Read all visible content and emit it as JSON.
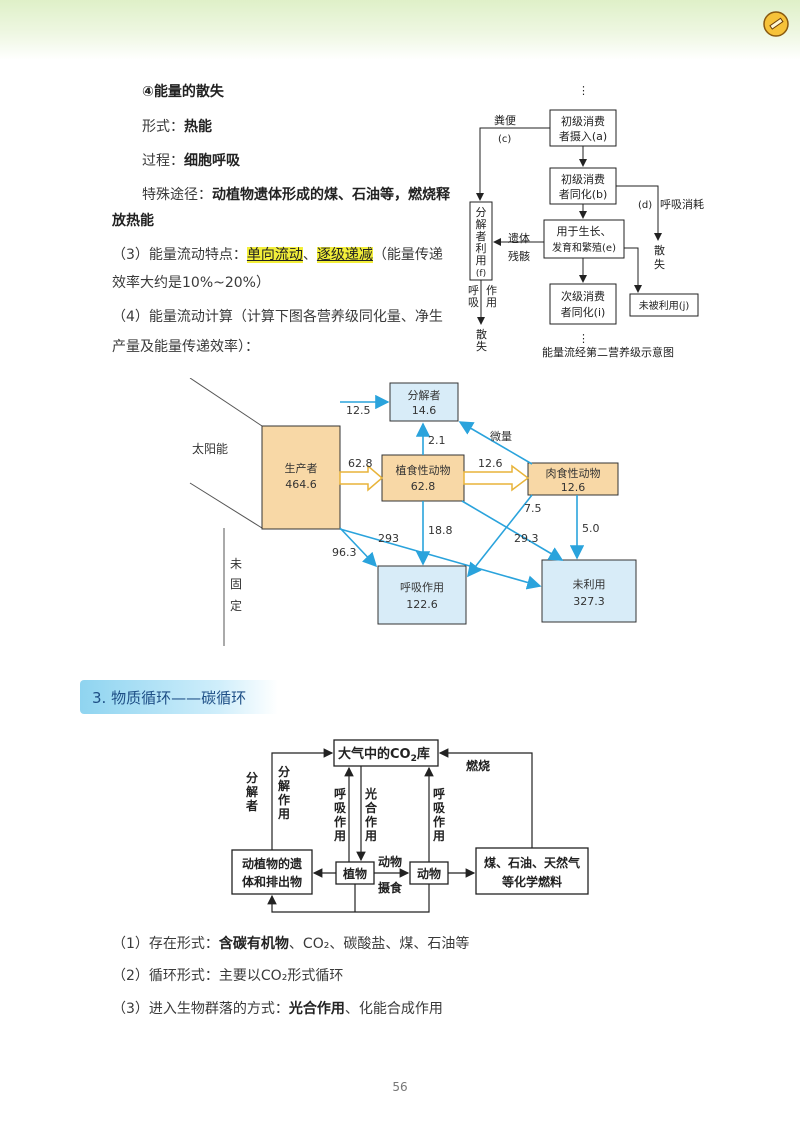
{
  "header": {
    "badge_icon": "pencil-badge-icon"
  },
  "text": {
    "heading4": "④能量的散失",
    "form_label": "形式：",
    "form_value": "热能",
    "process_label": "过程：",
    "process_value": "细胞呼吸",
    "special_label": "特殊途径：",
    "special_value": "动植物遗体形成的煤、石油等，燃烧释",
    "special_value2": "放热能",
    "p3_a": "（3）能量流动特点：",
    "p3_hl1": "单向流动",
    "p3_sep": "、",
    "p3_hl2": "逐级递减",
    "p3_b": "（能量传递",
    "p3_line2": "效率大约是10%~20%）",
    "p4_line1": "（4）能量流动计算（计算下图各营养级同化量、净生",
    "p4_line2": "产量及能量传递效率）："
  },
  "flow_diagram": {
    "dots": "⋮",
    "box_a": [
      "初级消费",
      "者摄入(a)"
    ],
    "box_b": [
      "初级消费",
      "者同化(b)"
    ],
    "box_e": [
      "用于生长、",
      "发育和繁殖(e)"
    ],
    "box_i": [
      "次级消费",
      "者同化(i)"
    ],
    "box_f": [
      "分",
      "解",
      "者",
      "利",
      "用",
      "(f)"
    ],
    "box_j": "未被利用(j)",
    "label_feces": "粪便",
    "label_c": "(c)",
    "label_d": "(d)",
    "label_resp": "呼吸消耗",
    "label_remains": [
      "遗体",
      "残骸"
    ],
    "label_resp_left": [
      "呼",
      "吸"
    ],
    "label_act": [
      "作",
      "用"
    ],
    "label_sanshi_right": [
      "散",
      "失"
    ],
    "label_sanshi_bottom": [
      "散",
      "失"
    ],
    "caption": "能量流经第二营养级示意图"
  },
  "energy_diagram": {
    "sunlight": "太阳能",
    "unfixed": [
      "未",
      "固",
      "定"
    ],
    "producer": {
      "name": "生产者",
      "value": "464.6"
    },
    "herbivore": {
      "name": "植食性动物",
      "value": "62.8"
    },
    "carnivore": {
      "name": "肉食性动物",
      "value": "12.6"
    },
    "decomposer": {
      "name": "分解者",
      "value": "14.6"
    },
    "respiration": {
      "name": "呼吸作用",
      "value": "122.6"
    },
    "unused": {
      "name": "未利用",
      "value": "327.3"
    },
    "flows": {
      "p_to_dec": "12.5",
      "p_to_herb": "62.8",
      "herb_to_carn": "12.6",
      "herb_to_dec": "2.1",
      "carn_to_dec": "微量",
      "p_to_resp": "96.3",
      "p_to_unused": "293",
      "herb_to_resp": "18.8",
      "herb_to_unused": "29.3",
      "carn_to_resp": "7.5",
      "carn_to_unused": "5.0"
    }
  },
  "section": {
    "title": "3. 物质循环——碳循环"
  },
  "carbon_diagram": {
    "atmosphere": "大气中的CO",
    "atmosphere_sub": "2",
    "atmosphere_tail": "库",
    "remains": [
      "动植物的遗",
      "体和排出物"
    ],
    "plant": "植物",
    "animal": "动物",
    "fossil": [
      "煤、石油、天然气",
      "等化学燃料"
    ],
    "burning": "燃烧",
    "decomposer": [
      "分",
      "解",
      "者"
    ],
    "decomp_act": [
      "分",
      "解",
      "作",
      "用"
    ],
    "plant_resp": [
      "呼",
      "吸",
      "作",
      "用"
    ],
    "photosyn": [
      "光",
      "合",
      "作",
      "用"
    ],
    "animal_resp": [
      "呼",
      "吸",
      "作",
      "用"
    ],
    "animal_ingest": [
      "动物",
      "摄食"
    ]
  },
  "bottom": {
    "l1_a": "（1）存在形式：",
    "l1_b": "含碳有机物",
    "l1_c": "、CO₂、碳酸盐、煤、石油等",
    "l2": "（2）循环形式：主要以CO₂形式循环",
    "l3_a": "（3）进入生物群落的方式：",
    "l3_b": "光合作用",
    "l3_c": "、化能合成作用"
  },
  "page_number": "56"
}
